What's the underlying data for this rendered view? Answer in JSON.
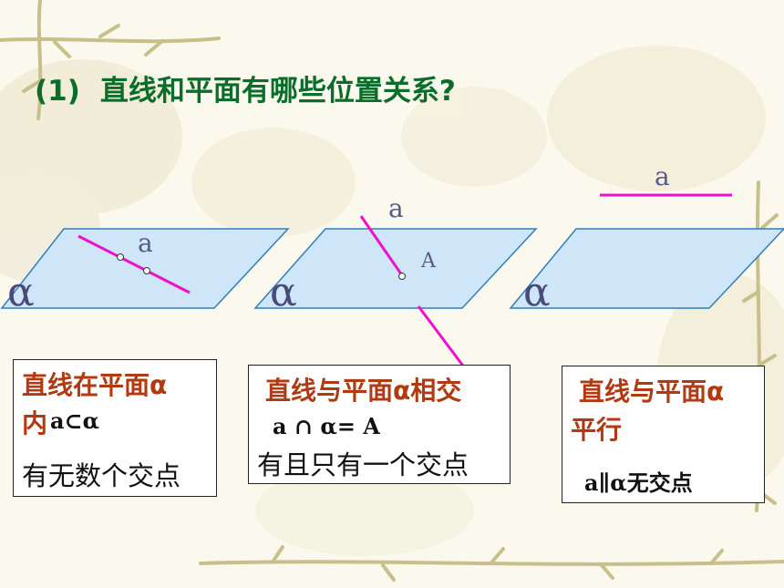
{
  "title": {
    "number": "(1)",
    "text": "直线和平面有哪些位置关系?"
  },
  "diagrams": [
    {
      "line_label": "a",
      "plane_label": "α"
    },
    {
      "line_label": "a",
      "point_label": "A",
      "plane_label": "α"
    },
    {
      "line_label": "a",
      "plane_label": "α"
    }
  ],
  "boxes": [
    {
      "heading_1": "直线在平面α",
      "heading_2": "内",
      "math": "a⊂α",
      "text": "有无数个交点"
    },
    {
      "heading": "直线与平面α相交",
      "math": "a ∩ α= A",
      "text": "有且只有一个交点"
    },
    {
      "heading_1": "直线与平面α",
      "heading_2": "平行",
      "math": "a∥α无交点"
    }
  ],
  "colors": {
    "plane_fill": "#cfe6f8",
    "plane_stroke": "#2d7fbf",
    "line": "#ee11cc",
    "title": "#0a6e2a",
    "heading": "#b03a12"
  }
}
